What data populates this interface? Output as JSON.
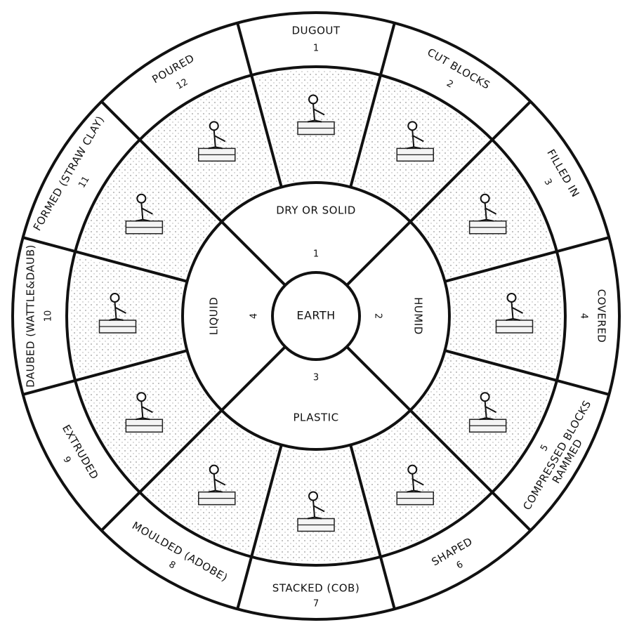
{
  "center": {
    "label": "EARTH"
  },
  "states": [
    {
      "number": "1",
      "label": "DRY OR SOLID"
    },
    {
      "number": "2",
      "label": "HUMID"
    },
    {
      "number": "3",
      "label": "PLASTIC"
    },
    {
      "number": "4",
      "label": "LIQUID"
    }
  ],
  "techniques": [
    {
      "number": "1",
      "label": "DUGOUT"
    },
    {
      "number": "2",
      "label": "CUT BLOCKS"
    },
    {
      "number": "3",
      "label": "FILLED IN"
    },
    {
      "number": "4",
      "label": "COVERED"
    },
    {
      "number": "5",
      "label": "COMPRESSED BLOCKS RAMMED"
    },
    {
      "number": "6",
      "label": "SHAPED"
    },
    {
      "number": "7",
      "label": "STACKED (COB)"
    },
    {
      "number": "8",
      "label": "MOULDED (ADOBE)"
    },
    {
      "number": "9",
      "label": "EXTRUDED"
    },
    {
      "number": "10",
      "label": "DAUBED (WATTLE&DAUB)"
    },
    {
      "number": "11",
      "label": "FORMED (STRAW CLAY)"
    },
    {
      "number": "12",
      "label": "POURED"
    }
  ]
}
